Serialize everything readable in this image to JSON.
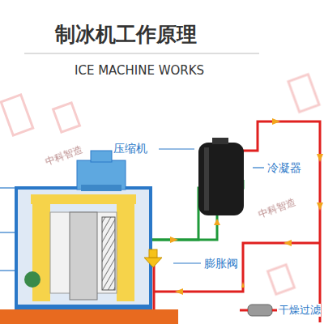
{
  "diagram": {
    "title": "制冰机工作原理",
    "labels": [
      "ICE MACHINE WORKS",
      "压缩机",
      "冷凝器",
      "膨胀阀",
      "干燥过滤",
      "中科智造",
      "中科智造"
    ]
  }
}
